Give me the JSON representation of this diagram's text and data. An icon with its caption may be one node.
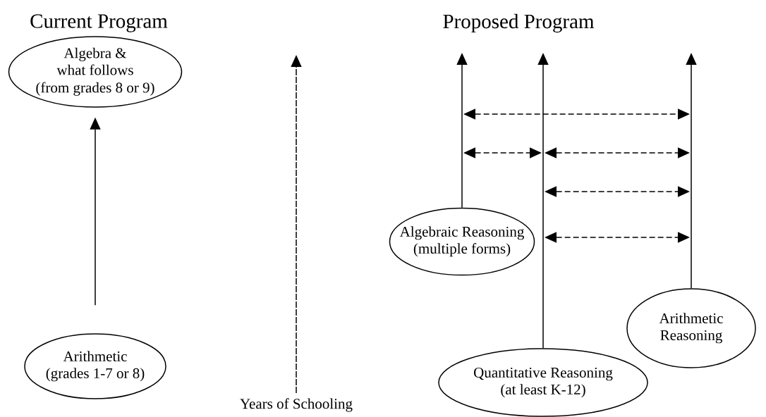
{
  "diagram": {
    "nodes": [
      {
        "text": [
          "Algebra & what follows",
          "(from grades 8 or 9)"
        ]
      },
      {
        "text": [
          "Arithmetic",
          "(grades 1-7 or 8)"
        ]
      },
      {
        "text": [
          "Algebraic Reasoning",
          "(multiple forms)"
        ]
      },
      {
        "text": [
          "Arithmetic Reasoning"
        ]
      },
      {
        "text": [
          "Quantitative Reasoning",
          "(at least K-12)"
        ]
      }
    ],
    "edges": [
      {
        "from": 1,
        "to": 0,
        "arrow": "to"
      },
      {
        "from": 2,
        "to": null,
        "arrow": "to"
      },
      {
        "from": 4,
        "to": null,
        "arrow": "to"
      },
      {
        "from": 3,
        "to": null,
        "arrow": "to"
      }
    ],
    "labels": [
      "Current Program",
      "Proposed Program",
      "Years of Schooling"
    ]
  }
}
